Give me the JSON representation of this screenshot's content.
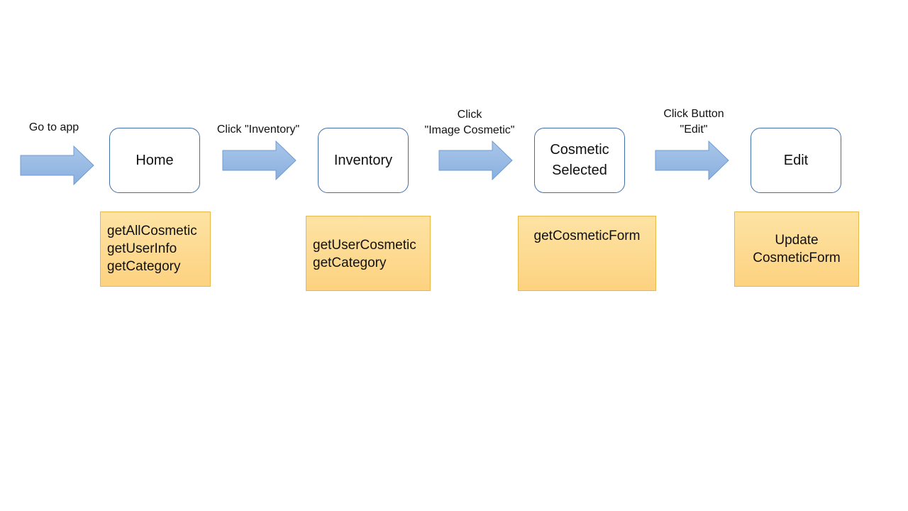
{
  "colors": {
    "arrow_fill_top": "#a9c6ea",
    "arrow_fill_bottom": "#8ab0de",
    "arrow_stroke": "#6f9bd0",
    "node_border": "#3f6fa8",
    "api_fill_top": "#fde3a4",
    "api_fill_bottom": "#fdd280",
    "api_border": "#e8b84a"
  },
  "steps": [
    {
      "trigger": [
        "Go to app"
      ],
      "node": [
        "Home"
      ],
      "api": [
        "getAllCosmetic",
        "getUserInfo",
        "getCategory"
      ]
    },
    {
      "trigger": [
        "Click \"Inventory\""
      ],
      "node": [
        "Inventory"
      ],
      "api": [
        "getUserCosmetic",
        "getCategory"
      ]
    },
    {
      "trigger": [
        "Click",
        "\"Image Cosmetic\""
      ],
      "node": [
        "Cosmetic",
        "Selected"
      ],
      "api": [
        "getCosmeticForm"
      ]
    },
    {
      "trigger": [
        "Click Button",
        "\"Edit\""
      ],
      "node": [
        "Edit"
      ],
      "api": [
        "Update",
        "CosmeticForm"
      ]
    }
  ]
}
